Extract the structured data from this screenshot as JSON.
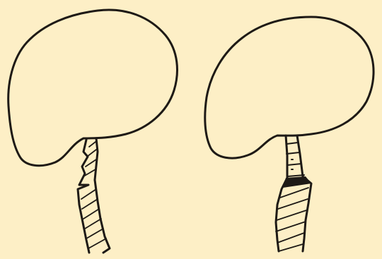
{
  "figures": [
    {
      "id": "left",
      "stalk_style": "notched"
    },
    {
      "id": "right",
      "stalk_style": "segmented"
    }
  ],
  "colors": {
    "paper": "#fdefc6",
    "ink": "#1e1a16"
  }
}
